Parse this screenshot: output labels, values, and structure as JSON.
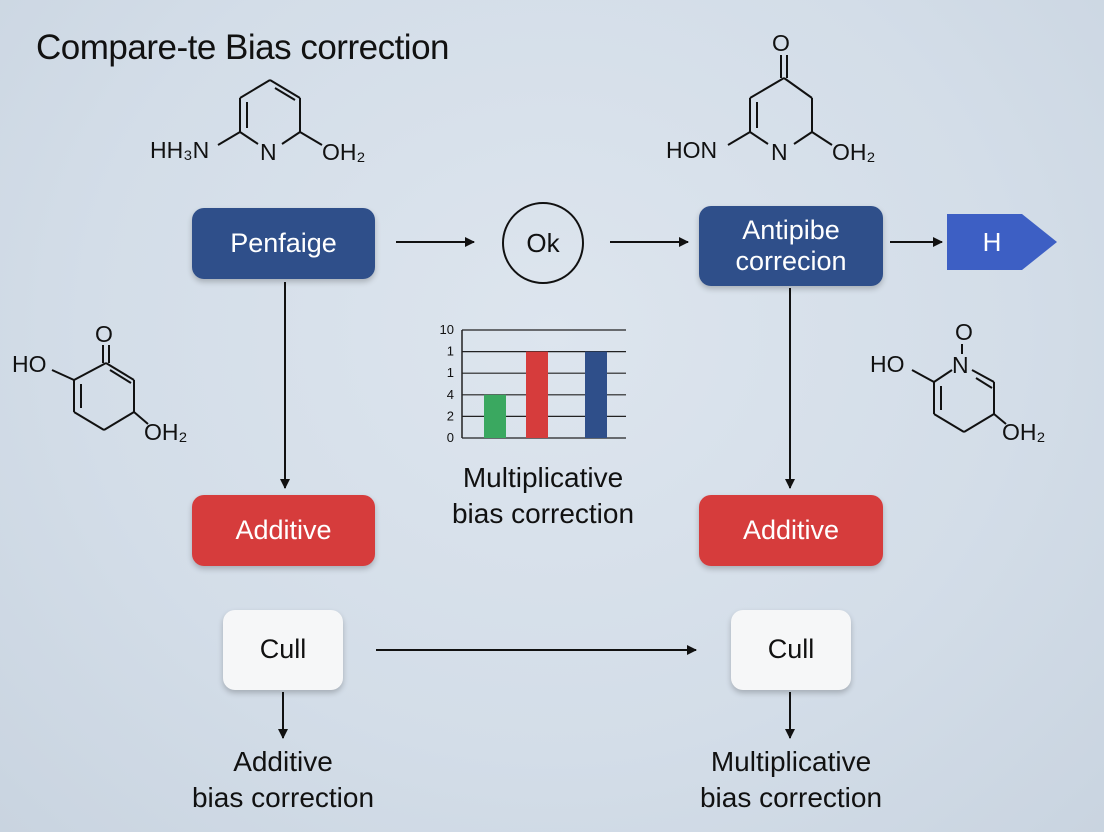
{
  "title": "Compare-te Bias correction",
  "colors": {
    "blue": "#2f4f8a",
    "red": "#d63c3c",
    "white": "#f6f7f8",
    "tag": "#3d5fc4",
    "green": "#3aa860"
  },
  "flow": {
    "left_top_box": "Penfaige",
    "circle_node": "Ok",
    "right_top_box": [
      "Antipibe",
      "correcion"
    ],
    "tag_label": "H",
    "left_red_box": "Additive",
    "right_red_box": "Additive",
    "left_cull_box": "Cull",
    "right_cull_box": "Cull",
    "left_caption": [
      "Additive",
      "bias correction"
    ],
    "center_caption": [
      "Multiplicative",
      "bias correction"
    ],
    "right_caption": [
      "Multiplicative",
      "bias correction"
    ]
  },
  "molecules": {
    "top_left": {
      "left_label": "HH₃N",
      "ring_label": "N",
      "right_label": "OH₂"
    },
    "top_right": {
      "top_label": "O",
      "left_label": "HON",
      "ring_label": "N",
      "right_label": "OH₂"
    },
    "mid_left": {
      "top_label": "O",
      "left_label": "HO",
      "right_label": "OH₂"
    },
    "mid_right": {
      "top_label": "O",
      "left_label": "HO",
      "ring_label": "N",
      "right_label": "OH₂"
    }
  },
  "chart_data": {
    "type": "bar",
    "tick_labels": [
      "10",
      "1",
      "1",
      "4",
      "2",
      "0"
    ],
    "values": [
      0.5,
      1.0,
      1.0
    ],
    "ylim": [
      0,
      1.25
    ],
    "bar_colors": [
      "#3aa860",
      "#d63c3c",
      "#2f4f8a"
    ],
    "grid": true
  }
}
